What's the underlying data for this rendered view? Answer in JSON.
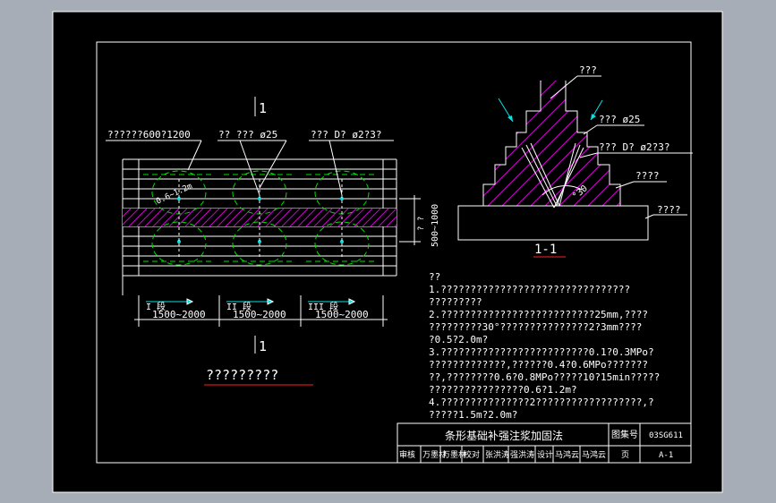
{
  "plan": {
    "section_mark_top": "1",
    "section_mark_bottom": "1",
    "label_range": "??????600?1200",
    "label_hole": "?? ??? ø25",
    "label_pipe": "??? D? ø2?3?",
    "circle_dim": "0.6~1.2m",
    "right_dim_a": "500~1000",
    "right_dim_b": "? ?",
    "segments": [
      {
        "name": "I 段",
        "dim": "1500~2000"
      },
      {
        "name": "II 段",
        "dim": "1500~2000"
      },
      {
        "name": "III 段",
        "dim": "1500~2000"
      }
    ],
    "caption": "?????????"
  },
  "section": {
    "label_top": "???",
    "label_hole": "??? ø25",
    "label_pipe": "??? D? ø2?3?",
    "label_side": "????",
    "label_base": "????",
    "angle": "°30",
    "caption": "1-1"
  },
  "notes": [
    "??",
    "1.????????????????????????????????",
    "?????????",
    "2.??????????????????????????25mm,????",
    "?????????30°???????????????2?3mm????",
    "?0.5?2.0m?",
    "3.?????????????????????????0.1?0.3MPo?",
    "?????????????,??????0.4?0.6MPo???????",
    "??,????????0.6?0.8MPo?????10?15min?????",
    "????????????????0.6?1.2m?",
    "4.???????????????2??????????????????,?",
    "?????1.5m?2.0m?"
  ],
  "title_block": {
    "title": "条形基础补强注浆加固法",
    "atlas_label": "图集号",
    "atlas_no": "03SG611",
    "page_label": "页",
    "page_no": "A-1",
    "sign_row": [
      "审核",
      "万墨林",
      "万墨林",
      "校对",
      "张洪涛",
      "强洪涛",
      "设计",
      "马鸿云",
      "马鸿云"
    ]
  }
}
